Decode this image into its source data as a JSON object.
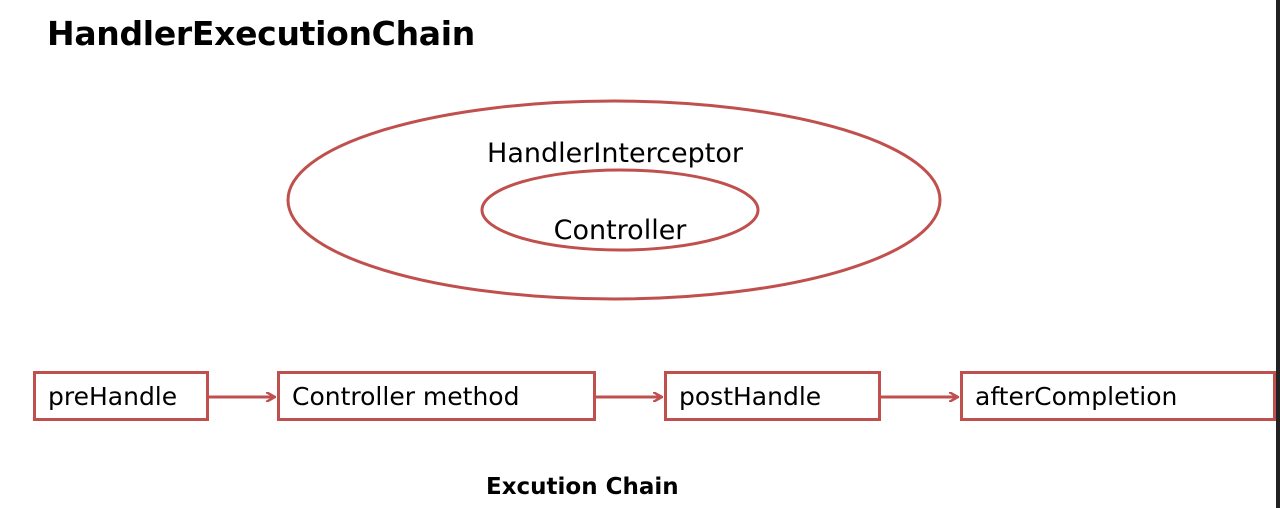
{
  "title": "HandlerExecutionChain",
  "outer_ellipse_label": "HandlerInterceptor",
  "inner_ellipse_label": "Controller",
  "steps": [
    "preHandle",
    "Controller method",
    "postHandle",
    "afterCompletion"
  ],
  "caption": "Excution Chain",
  "colors": {
    "accent": "#c0504d",
    "text": "#000000",
    "background": "#ffffff"
  }
}
